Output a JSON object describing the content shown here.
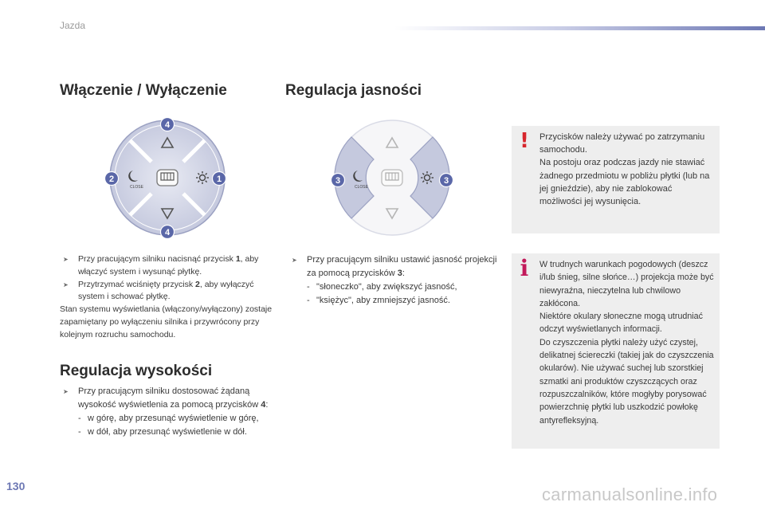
{
  "header": {
    "section": "Jazda"
  },
  "page_number": "130",
  "watermark": "carmanualsonline.info",
  "onoff": {
    "title": "Włączenie / Wyłączenie",
    "bullet1_text": "Przy pracującym silniku nacisnąć przycisk ",
    "bullet1_num": "1",
    "bullet1_rest": ", aby włączyć system i wysunąć płytkę.",
    "bullet2_text": "Przytrzymać wciśnięty przycisk ",
    "bullet2_num": "2",
    "bullet2_rest": ", aby wyłączyć system i schować płytkę.",
    "note": "Stan systemu wyświetlania (włączony/wyłączony) zostaje zapamiętany po wyłączeniu silnika i przywrócony przy kolejnym rozruchu samochodu."
  },
  "brightness": {
    "title": "Regulacja jasności",
    "bullet_text": "Przy pracującym silniku ustawić jasność projekcji za pomocą przycisków ",
    "bullet_num": "3",
    "bullet_rest": ":",
    "dash1": "\"słoneczko\", aby zwiększyć jasność,",
    "dash2": "\"księżyc\", aby zmniejszyć jasność."
  },
  "height": {
    "title": "Regulacja wysokości",
    "bullet_text": "Przy pracującym silniku dostosować żądaną wysokość wyświetlenia za pomocą przycisków ",
    "bullet_num": "4",
    "bullet_rest": ":",
    "dash1": "w górę, aby przesunąć wyświetlenie w górę,",
    "dash2": "w dół, aby przesunąć wyświetlenie w dół."
  },
  "warning_box": {
    "icon": "!",
    "icon_name": "warning-exclamation-icon",
    "text_p1": "Przycisków należy używać po zatrzymaniu samochodu.",
    "text_p2": "Na postoju oraz podczas jazdy nie stawiać żadnego przedmiotu w pobliżu płytki (lub na jej gnieździe), aby nie zablokować możliwości jej wysunięcia."
  },
  "info_box": {
    "icon": "i",
    "icon_name": "info-icon",
    "text_p1": "W trudnych warunkach pogodowych (deszcz i/lub śnieg, silne słońce…) projekcja może być niewyraźna, nieczytelna lub chwilowo zakłócona.",
    "text_p2": "Niektóre okulary słoneczne mogą utrudniać odczyt wyświetlanych informacji.",
    "text_p3": "Do czyszczenia płytki należy użyć czystej, delikatnej ściereczki (takiej jak do czyszczenia okularów). Nie używać suchej lub szorstkiej szmatki ani produktów czyszczących oraz rozpuszczalników, które mogłyby porysować powierzchnię płytki lub uszkodzić powłokę antyrefleksyjną."
  },
  "diagrams": {
    "onoff": {
      "label_top": "4",
      "label_bottom": "4",
      "label_left": "2",
      "label_right": "1",
      "close": "CLOSE"
    },
    "brightness": {
      "label_left": "3",
      "label_right": "3",
      "close": "CLOSE"
    }
  },
  "colors": {
    "accent": "#6d78b4",
    "badge": "#5a67a8",
    "warning": "#d7262d",
    "info": "#c2195a",
    "box": "#eeeeee"
  }
}
